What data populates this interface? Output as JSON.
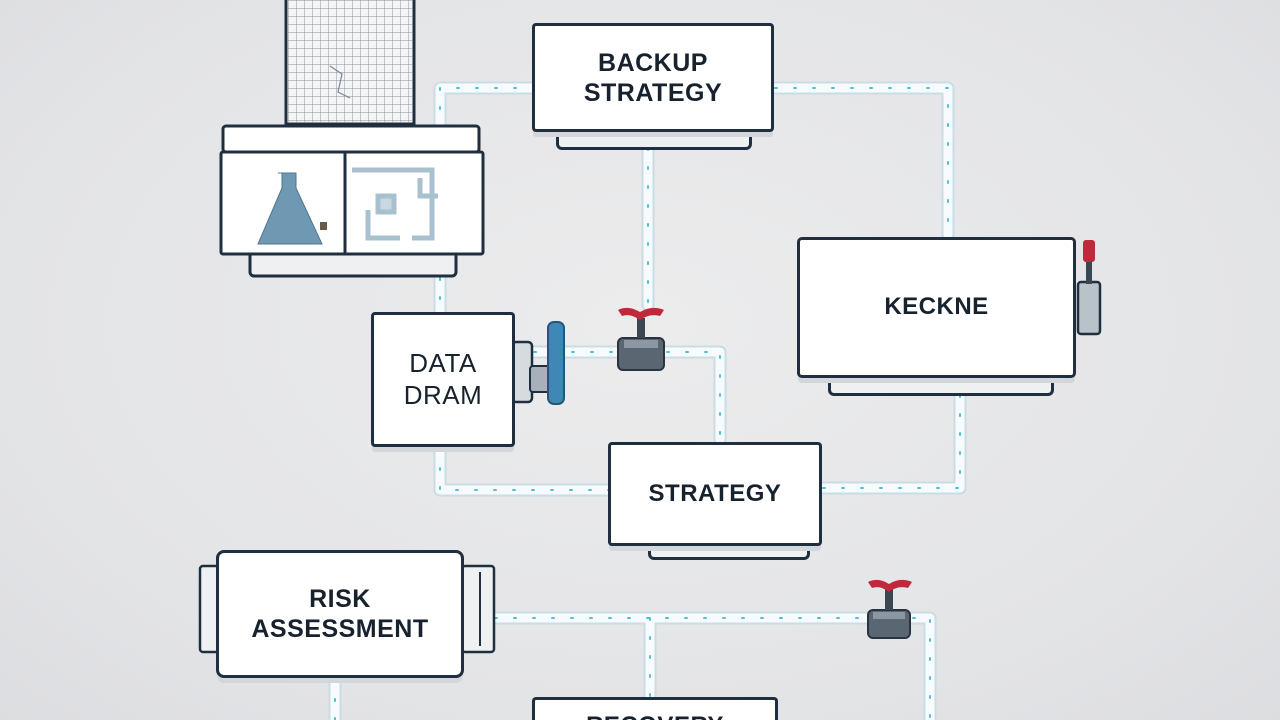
{
  "colors": {
    "background": "#e4e5e7",
    "box_border": "#1f2f3f",
    "pipe": "#f7fafc",
    "pipe_drops": "#4fc3d6",
    "valve_handle": "#c0283c",
    "flask": "#6f98b3"
  },
  "nodes": {
    "backup_strategy": "BACKUP\nSTRATEGY",
    "keckne": "KECKNE",
    "data_dram": "DATA\nDRAM",
    "strategy": "STRATEGY",
    "risk_assessment": "RISK\nASSESSMENT",
    "recovery_partial": "RECOVERY"
  },
  "icons": [
    "grid-panel-icon",
    "flask-icon",
    "lab-equipment-icon",
    "valve-icon"
  ]
}
